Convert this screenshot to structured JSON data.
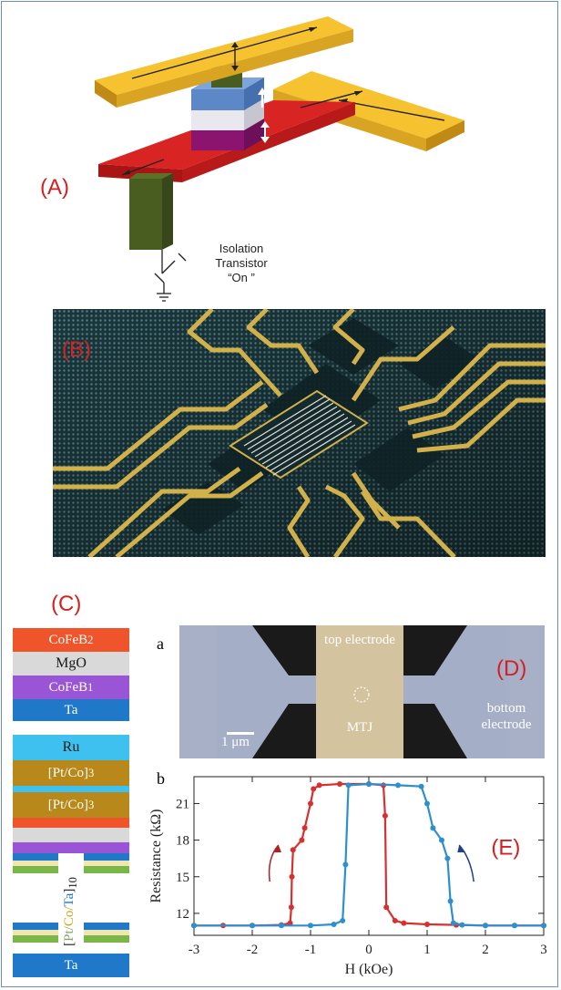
{
  "labels": {
    "A": "(A)",
    "B": "(B)",
    "C": "(C)",
    "D": "(D)",
    "E": "(E)",
    "a": "a",
    "b": "b"
  },
  "panelA": {
    "transistor_lines": [
      "Isolation",
      "Transistor",
      "“On ”"
    ]
  },
  "panelC": {
    "stack_top": [
      {
        "label": "CoFeB",
        "sub": "2",
        "color": "#f0542a"
      },
      {
        "label": "MgO",
        "sub": "",
        "color": "#d9d9d9"
      },
      {
        "label": "CoFeB",
        "sub": "1",
        "color": "#9a55d6"
      },
      {
        "label": "Ta",
        "sub": "",
        "color": "#1f78c8"
      }
    ],
    "stack_bottom": [
      {
        "label": "Ru",
        "color": "#3fc1f0"
      },
      {
        "label": "[Pt/Co]",
        "sub": "3",
        "color": "#b8881a"
      },
      {
        "label": "[Pt/Co]",
        "sub": "3",
        "color": "#b8881a"
      },
      {
        "label": "Ta",
        "color": "#1f78c8"
      }
    ],
    "multilayer": {
      "prefix": "[",
      "pt": "Pt/",
      "co": "Co/",
      "ta": "Ta",
      "suffix": "]",
      "sub": "10"
    }
  },
  "panelD": {
    "top_label": "top electrode",
    "mtj_label": "MTJ",
    "bottom_label_1": "bottom",
    "bottom_label_2": "electrode",
    "scale": "1 μm"
  },
  "chart_data": {
    "type": "line",
    "xlabel": "H (kOe)",
    "ylabel": "Resistance (kΩ)",
    "xlim": [
      -3,
      3
    ],
    "ylim": [
      10.2,
      23.2
    ],
    "xticks": [
      -3,
      -2,
      -1,
      0,
      1,
      2,
      3
    ],
    "yticks": [
      12,
      15,
      18,
      21
    ],
    "series": [
      {
        "color": "#d63030",
        "points": [
          [
            3,
            11.0
          ],
          [
            2.5,
            11.0
          ],
          [
            2,
            11.0
          ],
          [
            1.5,
            11.05
          ],
          [
            1.0,
            11.1
          ],
          [
            0.6,
            11.2
          ],
          [
            0.45,
            11.4
          ],
          [
            0.3,
            12.5
          ],
          [
            0.28,
            20.0
          ],
          [
            0.25,
            22.5
          ],
          [
            0,
            22.6
          ],
          [
            -0.5,
            22.6
          ],
          [
            -0.85,
            22.5
          ],
          [
            -0.95,
            22.2
          ],
          [
            -1.0,
            21.0
          ],
          [
            -1.1,
            19.0
          ],
          [
            -1.15,
            18.0
          ],
          [
            -1.3,
            17.2
          ],
          [
            -1.32,
            15.0
          ],
          [
            -1.33,
            12.5
          ],
          [
            -1.35,
            11.2
          ],
          [
            -1.5,
            11.05
          ],
          [
            -2,
            11.0
          ],
          [
            -2.5,
            11.0
          ],
          [
            -3,
            11.0
          ]
        ]
      },
      {
        "color": "#2e8fcf",
        "points": [
          [
            -3,
            11.0
          ],
          [
            -2,
            11.0
          ],
          [
            -1.5,
            11.0
          ],
          [
            -1.0,
            11.0
          ],
          [
            -0.6,
            11.1
          ],
          [
            -0.45,
            11.4
          ],
          [
            -0.4,
            16.0
          ],
          [
            -0.35,
            22.5
          ],
          [
            0,
            22.6
          ],
          [
            0.5,
            22.5
          ],
          [
            0.9,
            22.4
          ],
          [
            1.0,
            21.0
          ],
          [
            1.1,
            19.0
          ],
          [
            1.25,
            18.0
          ],
          [
            1.35,
            16.5
          ],
          [
            1.4,
            13.0
          ],
          [
            1.45,
            11.2
          ],
          [
            1.6,
            11.05
          ],
          [
            2,
            11.0
          ],
          [
            2.5,
            11.0
          ],
          [
            3,
            11.0
          ]
        ]
      }
    ]
  }
}
